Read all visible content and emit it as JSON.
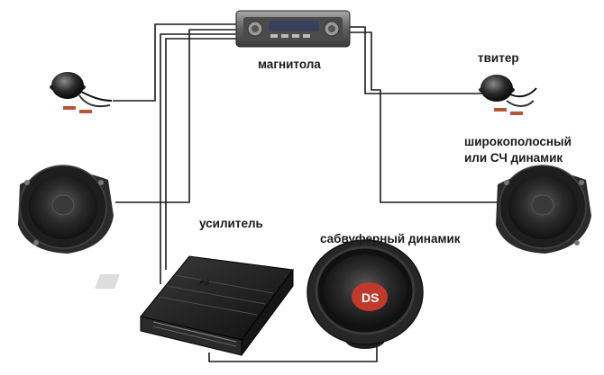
{
  "labels": {
    "head_unit": "магнитола",
    "tweeter": "твитер",
    "fullrange_line1": "широкополосный",
    "fullrange_line2": "или СЧ динамик",
    "amplifier": "усилитель",
    "subwoofer": "сабвуферный динамик"
  },
  "device_text": {
    "sub_logo": "DS",
    "amp_logo": "PS"
  },
  "colors": {
    "wire": "#1a1a1a",
    "speaker_body": "#2b2b2b",
    "sub_logo": "#c0392b",
    "head_unit_body": "#6d6d6d",
    "head_unit_display": "#3a3f5c",
    "amplifier_body": "#1e1e1e",
    "label_text": "#1a1a1a"
  }
}
